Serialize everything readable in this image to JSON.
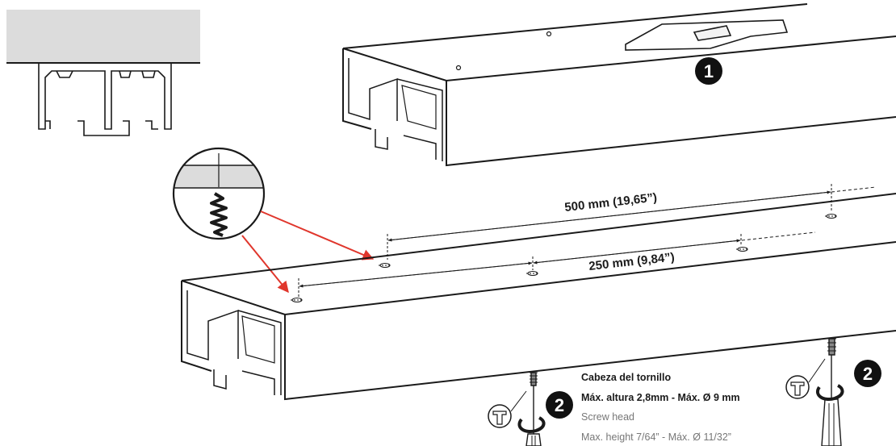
{
  "steps": {
    "step1": "1",
    "step2_left": "2",
    "step2_right": "2"
  },
  "dimensions": {
    "long": "500 mm (19,65”)",
    "short": "250 mm (9,84”)"
  },
  "screw_note": {
    "title_es": "Cabeza del tornillo",
    "spec_es": "Máx. altura 2,8mm - Máx. Ø 9 mm",
    "title_en": "Screw head",
    "spec_en": "Max. height 7/64” - Máx. Ø 11/32”"
  },
  "colors": {
    "ceiling": "#dcdcdc",
    "line": "#1a1a1a",
    "arrow": "#e0362c",
    "badge": "#111111",
    "note_light": "#777777"
  },
  "icons": [
    "ceiling-cross-section",
    "screw-detail-magnifier",
    "screwdriver-icon",
    "screw-head-icon",
    "rotate-arrow-icon",
    "level-tool-icon"
  ]
}
